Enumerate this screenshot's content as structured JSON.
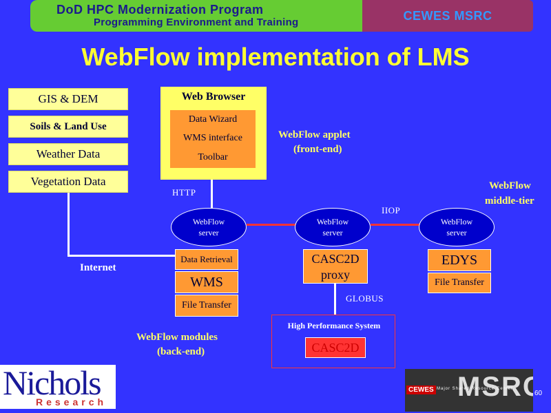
{
  "header": {
    "program_line1": "DoD HPC Modernization Program",
    "program_line2": "Programming Environment and Training",
    "site": "CEWES MSRC"
  },
  "title": "WebFlow implementation of LMS",
  "data_sources": [
    "GIS & DEM",
    "Soils & Land Use",
    "Weather Data",
    "Vegetation Data"
  ],
  "browser": {
    "title": "Web Browser",
    "items": [
      "Data Wizard",
      "WMS interface",
      "Toolbar"
    ]
  },
  "labels": {
    "applet_line1": "WebFlow applet",
    "applet_line2": "(front-end)",
    "middle_line1": "WebFlow",
    "middle_line2": "middle-tier",
    "http": "HTTP",
    "iiop": "IIOP",
    "internet": "Internet",
    "globus": "GLOBUS",
    "modules_line1": "WebFlow modules",
    "modules_line2": "(back-end)"
  },
  "servers": [
    {
      "line1": "WebFlow",
      "line2": "server"
    },
    {
      "line1": "WebFlow",
      "line2": "server"
    },
    {
      "line1": "WebFlow",
      "line2": "server"
    }
  ],
  "modules": {
    "left": {
      "data_retrieval": "Data Retrieval",
      "wms": "WMS",
      "file_transfer": "File Transfer"
    },
    "center": {
      "line1": "CASC2D",
      "line2": "proxy"
    },
    "right": {
      "edys": "EDYS",
      "file_transfer": "File Transfer"
    }
  },
  "hps": {
    "label": "High Performance System",
    "casc2d": "CASC2D"
  },
  "logos": {
    "nichols_word": "Nichols",
    "nichols_sub": "Research",
    "msrc_word": "MSRC",
    "msrc_cewes": "CEWES",
    "msrc_tag": "Major Shared Resource Center"
  },
  "slide_number": "60",
  "colors": {
    "background": "#3333ff",
    "title": "#ffff33",
    "data_box": "#ffff99",
    "browser": "#ffff66",
    "module": "#ff9933",
    "link_red": "#ff3333"
  }
}
